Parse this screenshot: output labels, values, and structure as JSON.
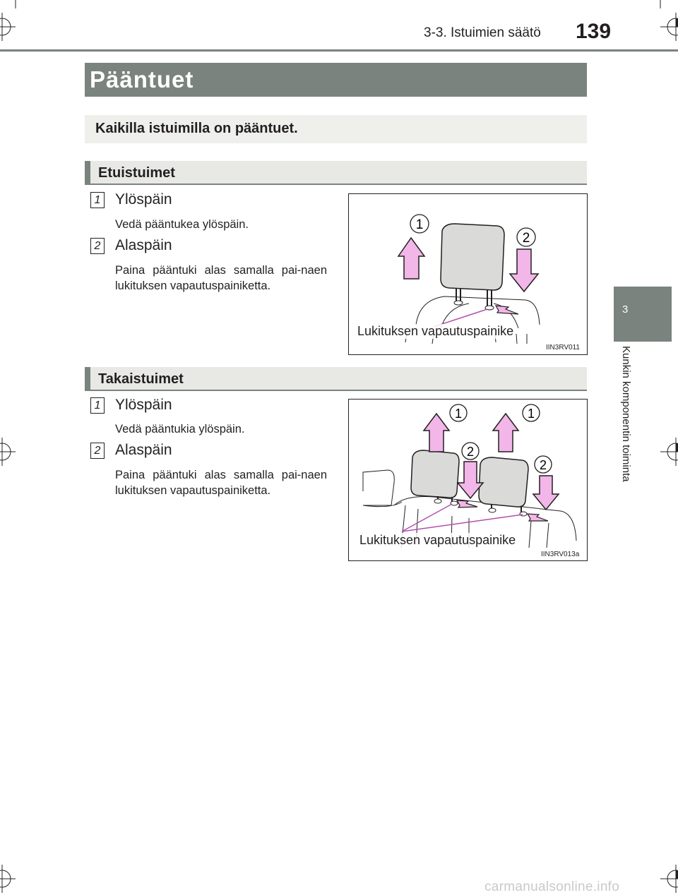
{
  "header": {
    "section": "3-3. Istuimien säätö",
    "page_number": "139"
  },
  "title": "Pääntuet",
  "intro": "Kaikilla istuimilla on pääntuet.",
  "side_tab": {
    "number": "3",
    "label": "Kunkin komponentin toiminta"
  },
  "front": {
    "heading": "Etuistuimet",
    "items": [
      {
        "num": "1",
        "title": "Ylöspäin",
        "body": "Vedä pääntukea ylöspäin."
      },
      {
        "num": "2",
        "title": "Alaspäin",
        "body": "Paina pääntuki alas samalla pai-naen lukituksen vapautuspainiketta."
      }
    ],
    "figure": {
      "callout_1": "1",
      "callout_2": "2",
      "label": "Lukituksen vapautuspainike",
      "code": "IIN3RV011"
    }
  },
  "rear": {
    "heading": "Takaistuimet",
    "items": [
      {
        "num": "1",
        "title": "Ylöspäin",
        "body": "Vedä pääntukia ylöspäin."
      },
      {
        "num": "2",
        "title": "Alaspäin",
        "body": "Paina pääntuki alas samalla pai-naen lukituksen vapautuspainiketta."
      }
    ],
    "figure": {
      "callout_1": "1",
      "callout_2": "2",
      "label": "Lukituksen vapautuspainike",
      "code": "IIN3RV013a"
    }
  },
  "footer": "carmanualsonline.info",
  "colors": {
    "band": "#7a837e",
    "arrow_fill": "#f2b6e8",
    "pointer": "#b24fb0"
  }
}
